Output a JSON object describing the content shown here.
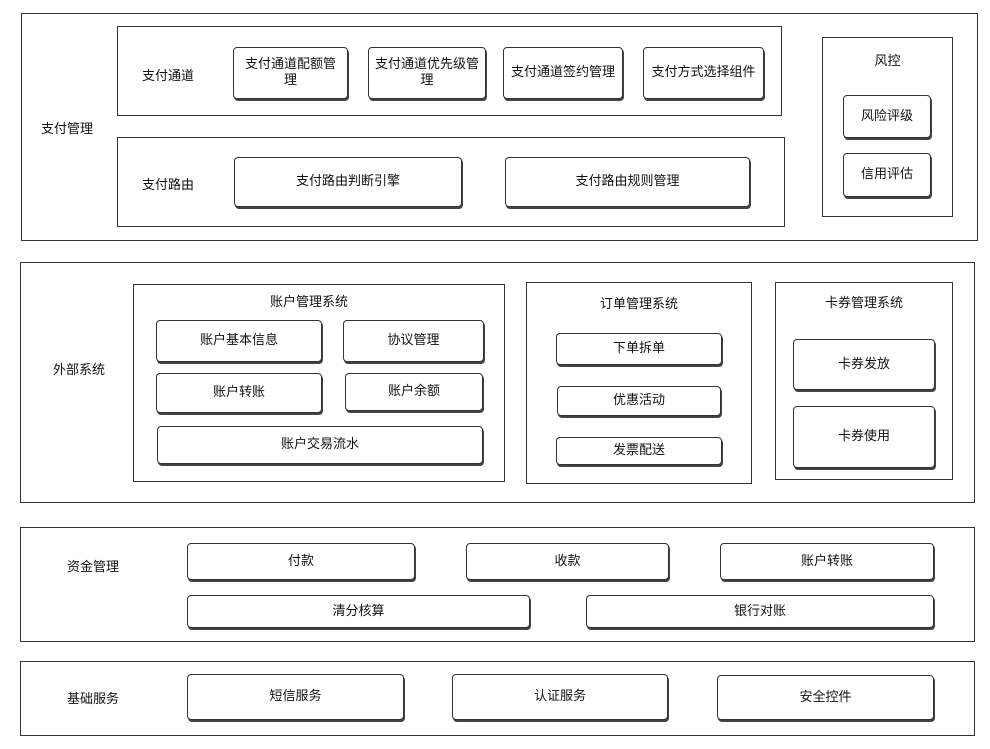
{
  "payment_management": {
    "label": "支付管理",
    "channel": {
      "label": "支付通道",
      "items": [
        "支付通道配额管理",
        "支付通道优先级管理",
        "支付通道签约管理",
        "支付方式选择组件"
      ]
    },
    "routing": {
      "label": "支付路由",
      "items": [
        "支付路由判断引擎",
        "支付路由规则管理"
      ]
    },
    "risk_control": {
      "title": "风控",
      "items": [
        "风险评级",
        "信用评估"
      ]
    }
  },
  "external_systems": {
    "label": "外部系统",
    "account_system": {
      "title": "账户管理系统",
      "items": [
        "账户基本信息",
        "协议管理",
        "账户转账",
        "账户余额",
        "账户交易流水"
      ]
    },
    "order_system": {
      "title": "订单管理系统",
      "items": [
        "下单拆单",
        "优惠活动",
        "发票配送"
      ]
    },
    "coupon_system": {
      "title": "卡券管理系统",
      "items": [
        "卡券发放",
        "卡券使用"
      ]
    }
  },
  "fund_management": {
    "label": "资金管理",
    "items": [
      "付款",
      "收款",
      "账户转账",
      "清分核算",
      "银行对账"
    ]
  },
  "basic_services": {
    "label": "基础服务",
    "items": [
      "短信服务",
      "认证服务",
      "安全控件"
    ]
  }
}
